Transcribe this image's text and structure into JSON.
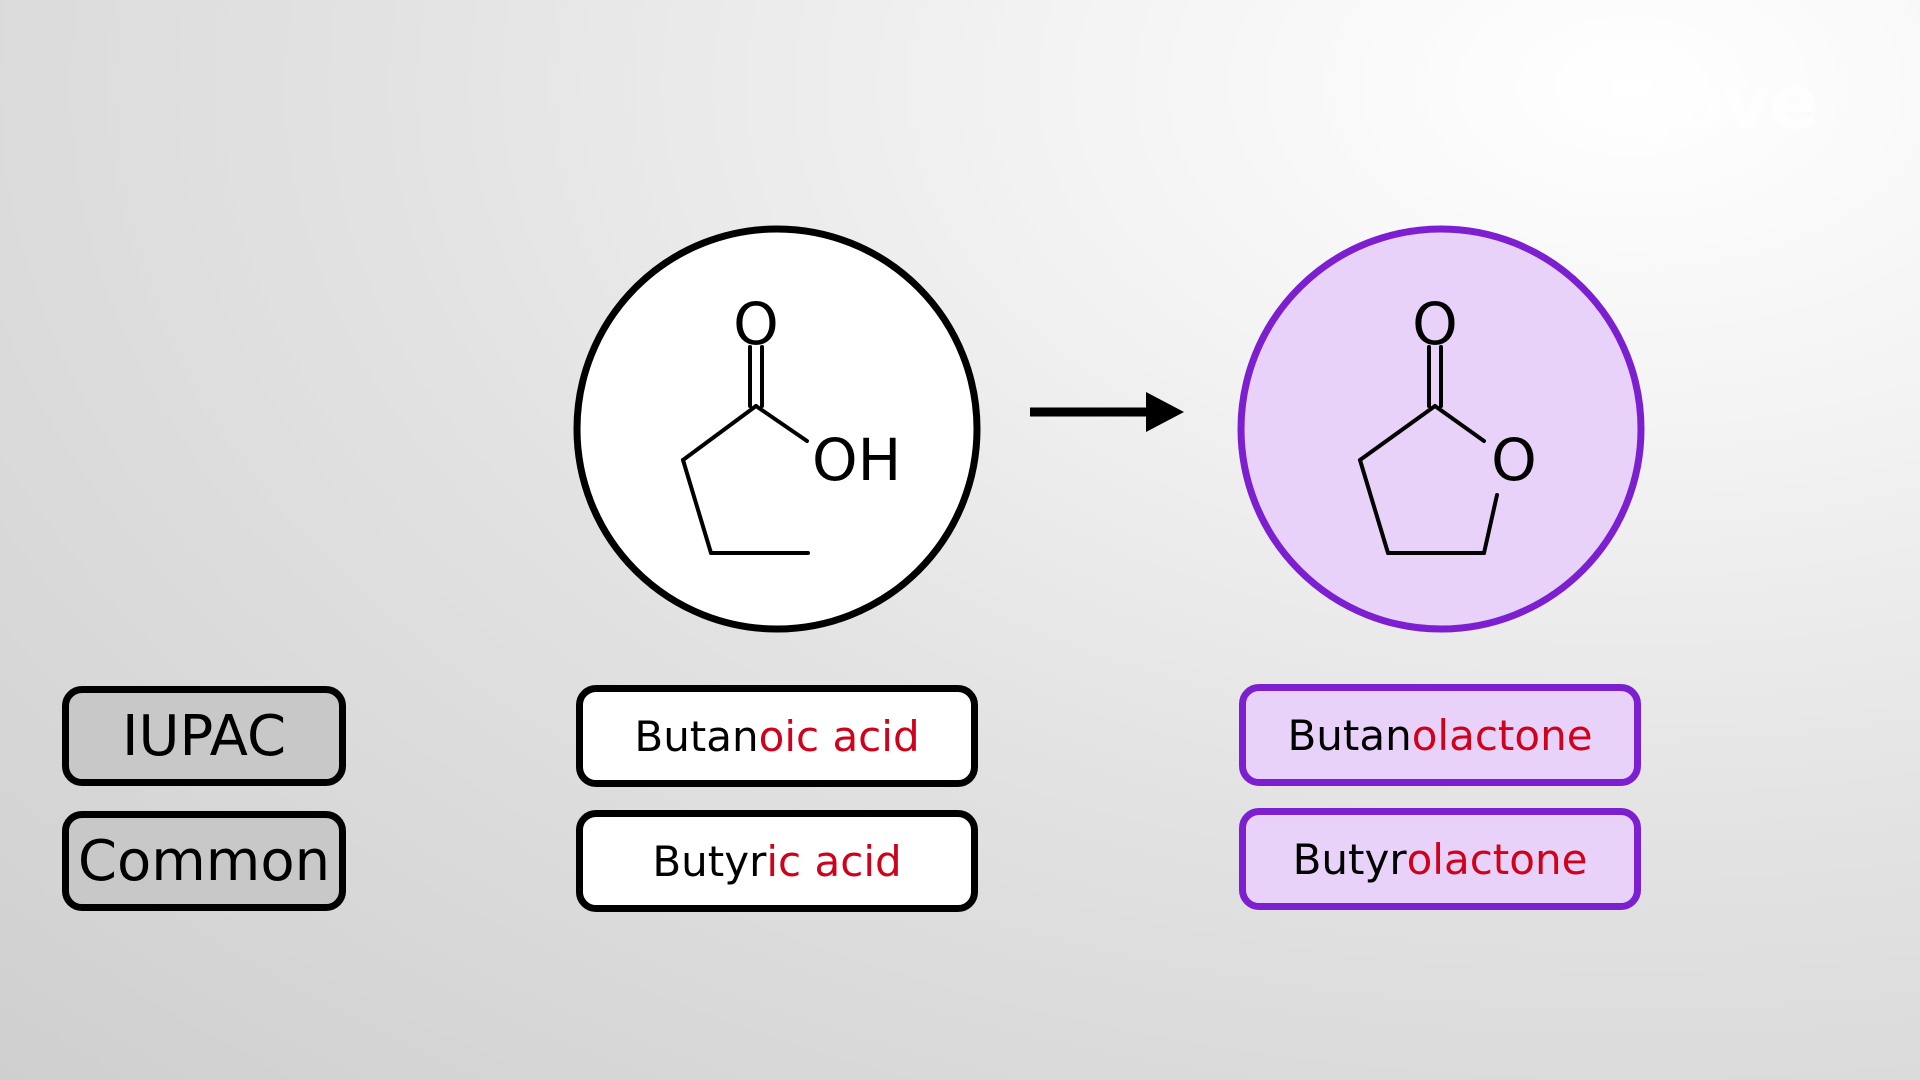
{
  "logo": {
    "text": "jove"
  },
  "colors": {
    "suffix_red": "#d0021b",
    "lactone_purple": "#7b1fd0",
    "lactone_fill": "#e9d2f9",
    "row_label_fill": "#c8c8c8"
  },
  "row_labels": {
    "iupac": "IUPAC",
    "common": "Common"
  },
  "reactant": {
    "atom_labels": {
      "carbonyl_o": "O",
      "hydroxyl": "OH"
    },
    "iupac_name": {
      "stem": "Butan",
      "suffix": "oic acid"
    },
    "common_name": {
      "stem": "Butyr",
      "suffix": "ic acid"
    }
  },
  "arrow": {
    "icon": "reaction-arrow-icon"
  },
  "product": {
    "atom_labels": {
      "carbonyl_o": "O",
      "ring_o": "O"
    },
    "iupac_name": {
      "stem": "Butan",
      "suffix": "olactone"
    },
    "common_name": {
      "stem": "Butyr",
      "suffix": "olactone"
    }
  }
}
